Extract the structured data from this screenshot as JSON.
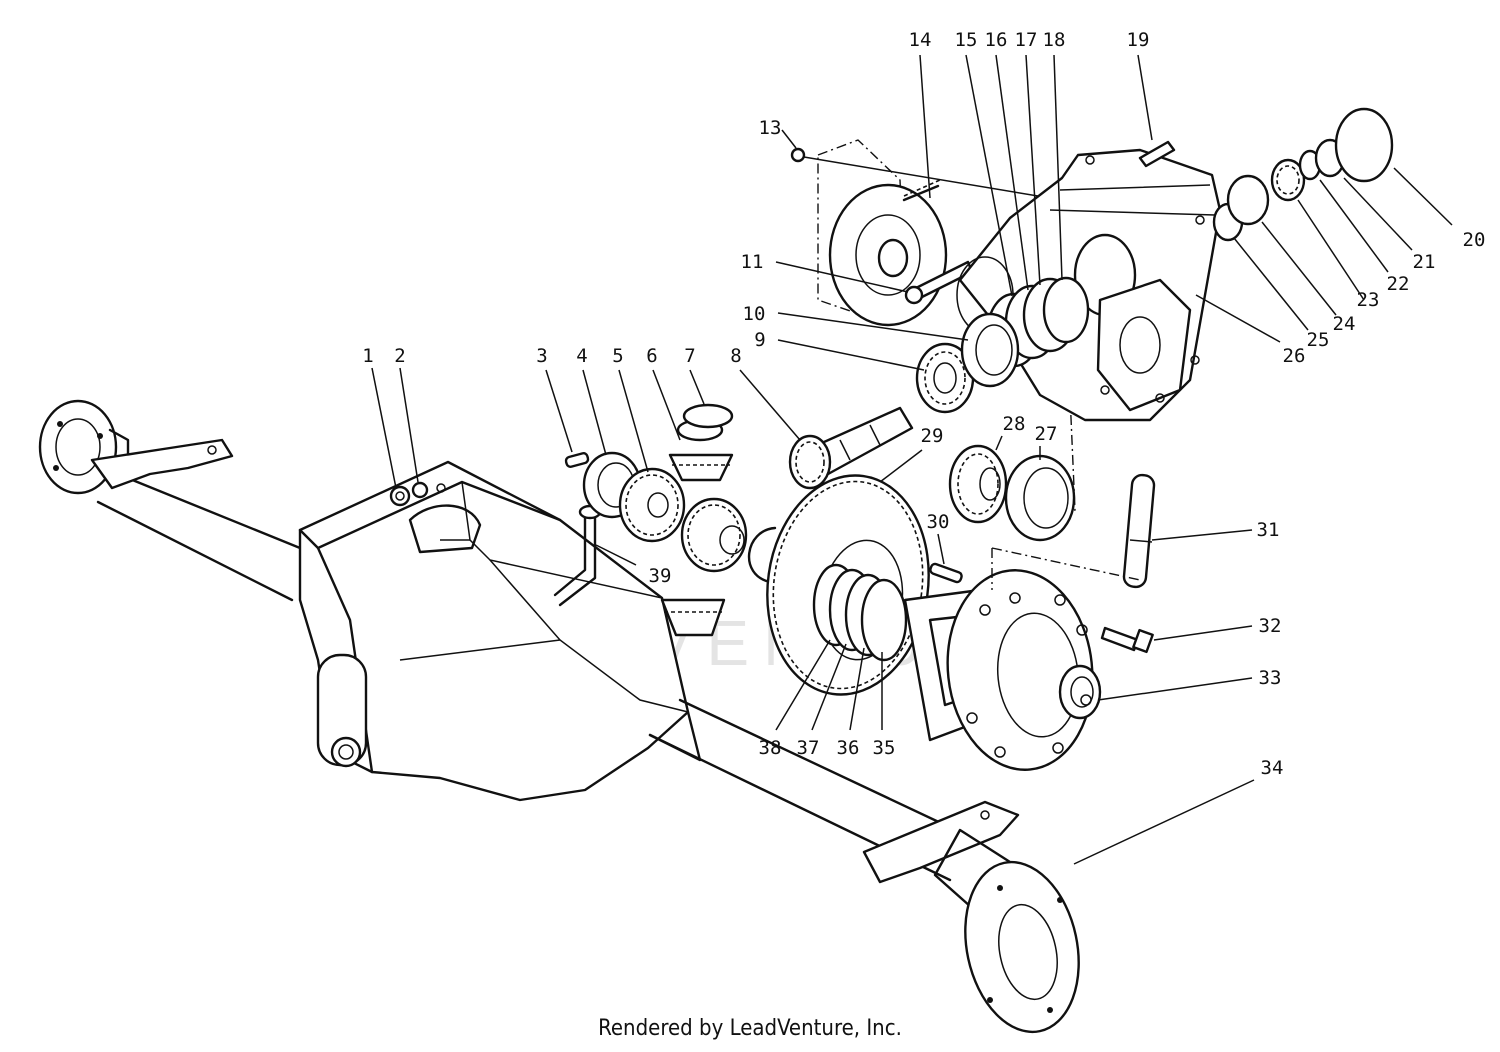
{
  "callouts": [
    {
      "n": "1"
    },
    {
      "n": "2"
    },
    {
      "n": "3"
    },
    {
      "n": "4"
    },
    {
      "n": "5"
    },
    {
      "n": "6"
    },
    {
      "n": "7"
    },
    {
      "n": "8"
    },
    {
      "n": "9"
    },
    {
      "n": "10"
    },
    {
      "n": "11"
    },
    {
      "n": "13"
    },
    {
      "n": "14"
    },
    {
      "n": "15"
    },
    {
      "n": "16"
    },
    {
      "n": "17"
    },
    {
      "n": "18"
    },
    {
      "n": "19"
    },
    {
      "n": "20"
    },
    {
      "n": "21"
    },
    {
      "n": "22"
    },
    {
      "n": "23"
    },
    {
      "n": "24"
    },
    {
      "n": "25"
    },
    {
      "n": "26"
    },
    {
      "n": "27"
    },
    {
      "n": "28"
    },
    {
      "n": "29"
    },
    {
      "n": "30"
    },
    {
      "n": "31"
    },
    {
      "n": "32"
    },
    {
      "n": "33"
    },
    {
      "n": "34"
    },
    {
      "n": "35"
    },
    {
      "n": "36"
    },
    {
      "n": "37"
    },
    {
      "n": "38"
    },
    {
      "n": "39"
    }
  ],
  "watermark": "LEADVENTURE",
  "credit": "Rendered by LeadVenture, Inc."
}
